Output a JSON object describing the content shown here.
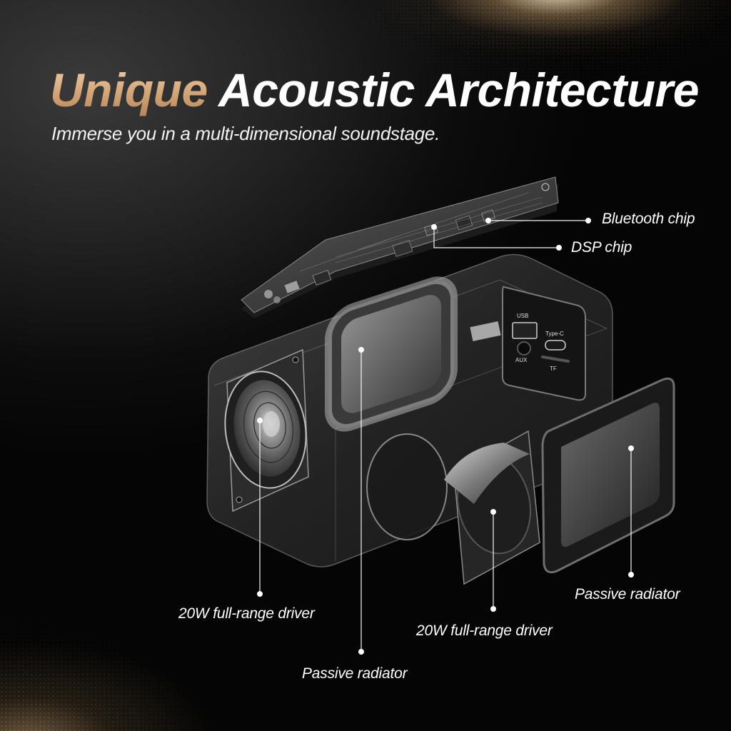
{
  "header": {
    "title_accent": "Unique",
    "title_rest": "Acoustic Architecture",
    "subtitle": "Immerse you in a multi-dimensional soundstage."
  },
  "colors": {
    "background": "#050505",
    "accent_gold_light": "#f0d2ae",
    "accent_gold_dark": "#b98553",
    "text": "#ffffff"
  },
  "port_panel": {
    "usb_label": "USB",
    "typec_label": "Type-C",
    "aux_label": "AUX",
    "tf_label": "TF"
  },
  "callouts": [
    {
      "id": "bluetooth-chip",
      "label": "Bluetooth chip"
    },
    {
      "id": "dsp-chip",
      "label": "DSP chip"
    },
    {
      "id": "left-driver",
      "label": "20W full-range driver"
    },
    {
      "id": "center-radiator",
      "label": "Passive radiator"
    },
    {
      "id": "right-driver",
      "label": "20W full-range driver"
    },
    {
      "id": "right-radiator",
      "label": "Passive radiator"
    }
  ]
}
